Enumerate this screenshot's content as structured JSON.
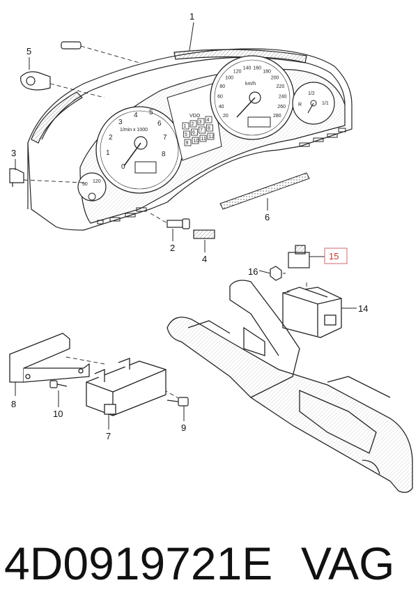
{
  "diagram": {
    "callouts": {
      "c1": "1",
      "c2": "2",
      "c3": "3",
      "c4": "4",
      "c5": "5",
      "c6": "6",
      "c7": "7",
      "c8": "8",
      "c9": "9",
      "c10": "10",
      "c14": "14",
      "c15": "15",
      "c16": "16"
    },
    "highlight_color": "#d98080",
    "gauges": {
      "tacho_label": "1/min x 1000",
      "tacho_ticks": [
        "0",
        "1",
        "2",
        "3",
        "4",
        "5",
        "6",
        "7",
        "8"
      ],
      "speedo_label": "km/h",
      "speedo_ticks": [
        "20",
        "40",
        "60",
        "80",
        "100",
        "120",
        "140",
        "160",
        "180",
        "200",
        "220",
        "240",
        "260",
        "280"
      ],
      "temp_ticks": [
        "90",
        "120"
      ],
      "fuel_ticks": [
        "R",
        "1/2",
        "1/1"
      ],
      "center_label": "VDO",
      "keypad": [
        "1",
        "2",
        "3",
        "4",
        "5",
        "6",
        "7",
        "8",
        "9",
        "10",
        "11",
        "12"
      ]
    }
  },
  "footer": {
    "part_number": "4D0919721E",
    "brand": "VAG"
  }
}
